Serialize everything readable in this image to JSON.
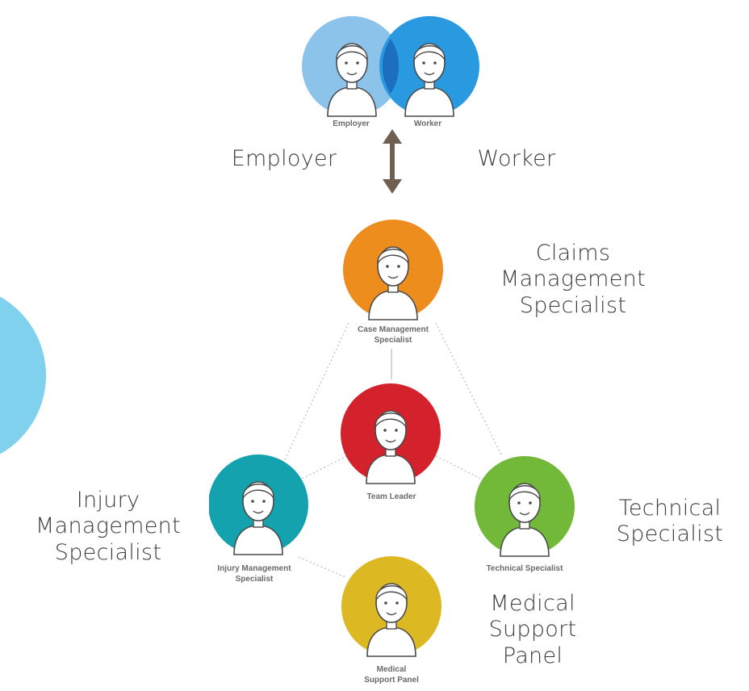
{
  "top_captions": {
    "employer": "Employer",
    "worker": "Worker"
  },
  "side_labels": {
    "employer": "Employer",
    "worker": "Worker",
    "claims": [
      "Claims",
      "Management",
      "Specialist"
    ],
    "injury": [
      "Injury",
      "Management",
      "Specialist"
    ],
    "technical": [
      "Technical",
      "Specialist"
    ],
    "medical": [
      "Medical",
      "Support",
      "Panel"
    ]
  },
  "captions": {
    "case_management": [
      "Case Management",
      "Specialist"
    ],
    "team_leader": "Team Leader",
    "injury_management": [
      "Injury Management",
      "Specialist"
    ],
    "technical_specialist": "Technical Specialist",
    "medical_support": [
      "Medical",
      "Support Panel"
    ]
  },
  "colors": {
    "employer_circle": "#8cc3ea",
    "worker_circle": "#2a9ae0",
    "overlap": "#1c6fbf",
    "case_management": "#ec8d1d",
    "team_leader": "#d3222b",
    "injury_management": "#13a2ae",
    "technical_specialist": "#72b839",
    "medical_support": "#dcb822",
    "side_blob": "#7fd1ee",
    "arrow": "#6f5e52",
    "connector": "#bcbcbc",
    "skin": "#ffffff",
    "ink": "#4a4a4a"
  }
}
